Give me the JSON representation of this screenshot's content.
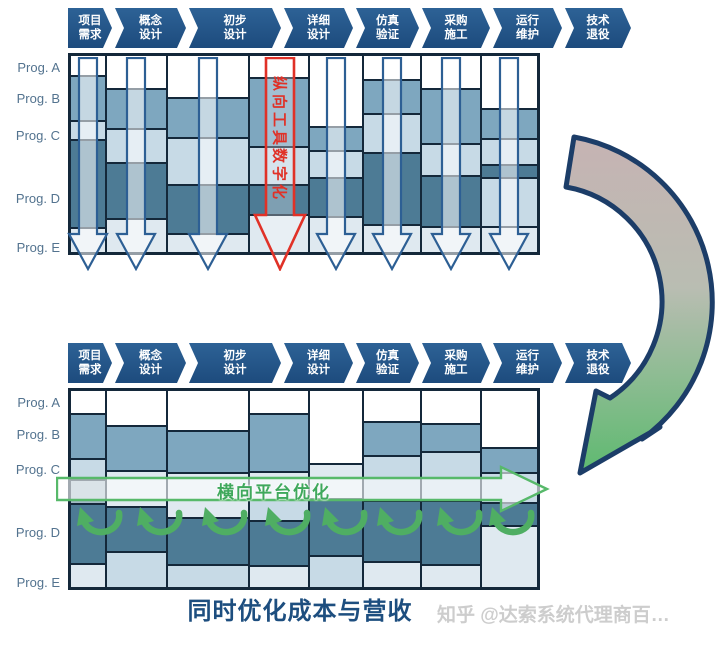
{
  "stages": [
    {
      "line1": "项目",
      "line2": "需求"
    },
    {
      "line1": "概念",
      "line2": "设计"
    },
    {
      "line1": "初步",
      "line2": "设计"
    },
    {
      "line1": "详细",
      "line2": "设计"
    },
    {
      "line1": "仿真",
      "line2": "验证"
    },
    {
      "line1": "采购",
      "line2": "施工"
    },
    {
      "line1": "运行",
      "line2": "维护"
    },
    {
      "line1": "技术",
      "line2": "退役"
    }
  ],
  "programs": [
    "Prog. A",
    "Prog. B",
    "Prog. C",
    "Prog. D",
    "Prog. E"
  ],
  "top_chart": {
    "vertical_arrow_label": "纵向工具数字化",
    "red_arrow_column_index": 3,
    "columns": [
      {
        "w": 35,
        "blocks": [
          {
            "h": 10,
            "c": "cw"
          },
          {
            "h": 23,
            "c": "cm"
          },
          {
            "h": 9,
            "c": "cl"
          },
          {
            "h": 46,
            "c": "cd"
          },
          {
            "h": 12,
            "c": "cp"
          }
        ]
      },
      {
        "w": 62,
        "blocks": [
          {
            "h": 17,
            "c": "cw"
          },
          {
            "h": 20,
            "c": "cm"
          },
          {
            "h": 17,
            "c": "cl"
          },
          {
            "h": 29,
            "c": "cd"
          },
          {
            "h": 17,
            "c": "cp"
          }
        ]
      },
      {
        "w": 83,
        "blocks": [
          {
            "h": 22,
            "c": "cw"
          },
          {
            "h": 20,
            "c": "cm"
          },
          {
            "h": 24,
            "c": "cl"
          },
          {
            "h": 25,
            "c": "cd"
          },
          {
            "h": 9,
            "c": "cp"
          }
        ]
      },
      {
        "w": 60,
        "blocks": [
          {
            "h": 11,
            "c": "cw"
          },
          {
            "h": 36,
            "c": "cm"
          },
          {
            "h": 19,
            "c": "cl"
          },
          {
            "h": 15,
            "c": "cd"
          },
          {
            "h": 19,
            "c": "cp"
          }
        ]
      },
      {
        "w": 54,
        "blocks": [
          {
            "h": 37,
            "c": "cw"
          },
          {
            "h": 12,
            "c": "cm"
          },
          {
            "h": 13,
            "c": "cl"
          },
          {
            "h": 20,
            "c": "cd"
          },
          {
            "h": 18,
            "c": "cp"
          }
        ]
      },
      {
        "w": 59,
        "blocks": [
          {
            "h": 12,
            "c": "cw"
          },
          {
            "h": 17,
            "c": "cm"
          },
          {
            "h": 20,
            "c": "cl"
          },
          {
            "h": 37,
            "c": "cd"
          },
          {
            "h": 14,
            "c": "cp"
          }
        ]
      },
      {
        "w": 60,
        "blocks": [
          {
            "h": 17,
            "c": "cw"
          },
          {
            "h": 28,
            "c": "cm"
          },
          {
            "h": 16,
            "c": "cl"
          },
          {
            "h": 26,
            "c": "cd"
          },
          {
            "h": 13,
            "c": "cp"
          }
        ]
      },
      {
        "w": 57,
        "blocks": [
          {
            "h": 28,
            "c": "cw"
          },
          {
            "h": 15,
            "c": "cm"
          },
          {
            "h": 13,
            "c": "cl"
          },
          {
            "h": 6,
            "c": "cd"
          },
          {
            "h": 25,
            "c": "cl"
          },
          {
            "h": 13,
            "c": "cp"
          }
        ]
      }
    ]
  },
  "bottom_chart": {
    "horizontal_arrow_label": "横向平台优化",
    "columns": [
      {
        "w": 35,
        "blocks": [
          {
            "h": 12,
            "c": "cw"
          },
          {
            "h": 23,
            "c": "cm"
          },
          {
            "h": 10,
            "c": "cl"
          },
          {
            "h": 12,
            "c": "cg"
          },
          {
            "h": 31,
            "c": "cd"
          },
          {
            "h": 12,
            "c": "cp"
          }
        ]
      },
      {
        "w": 62,
        "blocks": [
          {
            "h": 18,
            "c": "cw"
          },
          {
            "h": 23,
            "c": "cm"
          },
          {
            "h": 18,
            "c": "cp"
          },
          {
            "h": 23,
            "c": "cd"
          },
          {
            "h": 18,
            "c": "cl"
          }
        ]
      },
      {
        "w": 83,
        "blocks": [
          {
            "h": 21,
            "c": "cw"
          },
          {
            "h": 21,
            "c": "cm"
          },
          {
            "h": 23,
            "c": "cp"
          },
          {
            "h": 24,
            "c": "cd"
          },
          {
            "h": 11,
            "c": "cl"
          }
        ]
      },
      {
        "w": 60,
        "blocks": [
          {
            "h": 12,
            "c": "cw"
          },
          {
            "h": 30,
            "c": "cm"
          },
          {
            "h": 14,
            "c": "cp"
          },
          {
            "h": 10,
            "c": "cl"
          },
          {
            "h": 23,
            "c": "cd"
          },
          {
            "h": 11,
            "c": "cp"
          }
        ]
      },
      {
        "w": 54,
        "blocks": [
          {
            "h": 38,
            "c": "cw"
          },
          {
            "h": 17,
            "c": "cp"
          },
          {
            "h": 29,
            "c": "cd"
          },
          {
            "h": 16,
            "c": "cl"
          }
        ]
      },
      {
        "w": 59,
        "blocks": [
          {
            "h": 16,
            "c": "cw"
          },
          {
            "h": 17,
            "c": "cm"
          },
          {
            "h": 23,
            "c": "cl"
          },
          {
            "h": 31,
            "c": "cd"
          },
          {
            "h": 13,
            "c": "cp"
          }
        ]
      },
      {
        "w": 60,
        "blocks": [
          {
            "h": 17,
            "c": "cw"
          },
          {
            "h": 14,
            "c": "cm"
          },
          {
            "h": 25,
            "c": "cl"
          },
          {
            "h": 33,
            "c": "cd"
          },
          {
            "h": 11,
            "c": "cp"
          }
        ]
      },
      {
        "w": 57,
        "blocks": [
          {
            "h": 30,
            "c": "cw"
          },
          {
            "h": 12,
            "c": "cm"
          },
          {
            "h": 15,
            "c": "cl"
          },
          {
            "h": 11,
            "c": "cd"
          },
          {
            "h": 32,
            "c": "cp"
          }
        ]
      }
    ]
  },
  "caption": "同时优化成本与营收",
  "watermark": "知乎 @达索系统代理商百…",
  "colors": {
    "chevron_blue_top": "#2d6296",
    "chevron_blue_bottom": "#1d4b7d",
    "block_white": "#ffffff",
    "block_pale": "#dfe9f0",
    "block_light": "#c7dae6",
    "block_medium": "#7ea7bf",
    "block_dark": "#4d7b95",
    "block_gray": "#a2b8c6",
    "grid_border": "#14283a",
    "white_arrow_outline": "#2d5f94",
    "red_arrow": "#e03127",
    "green_arrow": "#57b96a",
    "curl_green": "#4fae63",
    "curved_arrow_top": "#c6b3b3",
    "curved_arrow_bottom": "#5eba70",
    "caption_color": "#1d4e7f",
    "program_label_color": "#53738f"
  }
}
